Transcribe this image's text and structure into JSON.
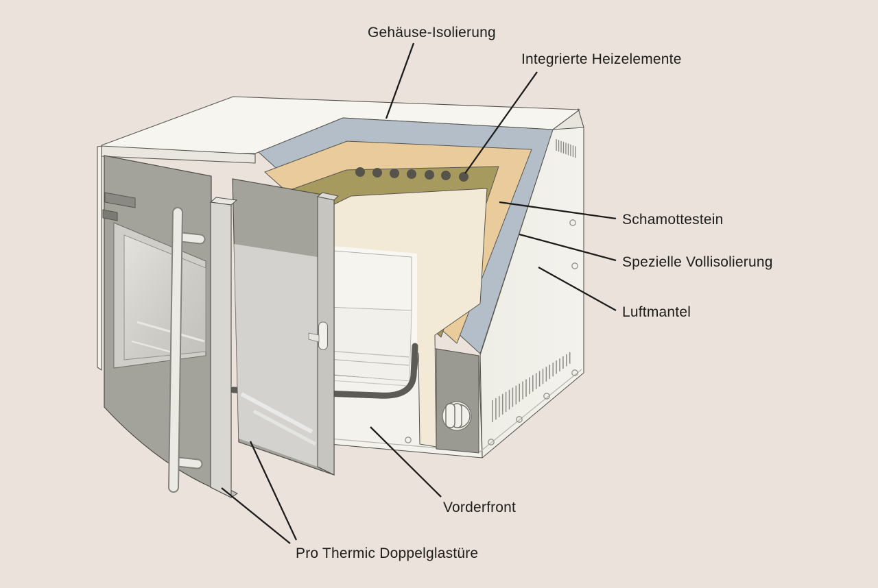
{
  "diagram": {
    "subject": "furnace-cutaway",
    "heating_element_holes": 7
  },
  "labels": {
    "housing_insulation": {
      "text": "Gehäuse-Isolierung"
    },
    "heating_elements": {
      "text": "Integrierte Heizelemente"
    },
    "firebrick": {
      "text": "Schamottestein"
    },
    "full_insulation": {
      "text": "Spezielle Vollisolierung"
    },
    "air_jacket": {
      "text": "Luftmantel"
    },
    "front_panel": {
      "text": "Vorderfront"
    },
    "double_glass_door": {
      "text": "Pro Thermic Doppelglastüre"
    }
  },
  "colors": {
    "background": "#ece2dc",
    "housing": "#f6f5f0",
    "housing_side": "#efeee7",
    "air_jacket": "#b3bec9",
    "insulation": "#e9cb9c",
    "firebrick": "#a79a5e",
    "chamber": "#f2e9d6",
    "door_gray": "#a3a29b",
    "door_edge": "#d8d7d1",
    "knob_panel": "#9b9a92",
    "heating_element": "#56534a",
    "leader_line": "#1c1c1b",
    "text": "#1c1c1a"
  }
}
